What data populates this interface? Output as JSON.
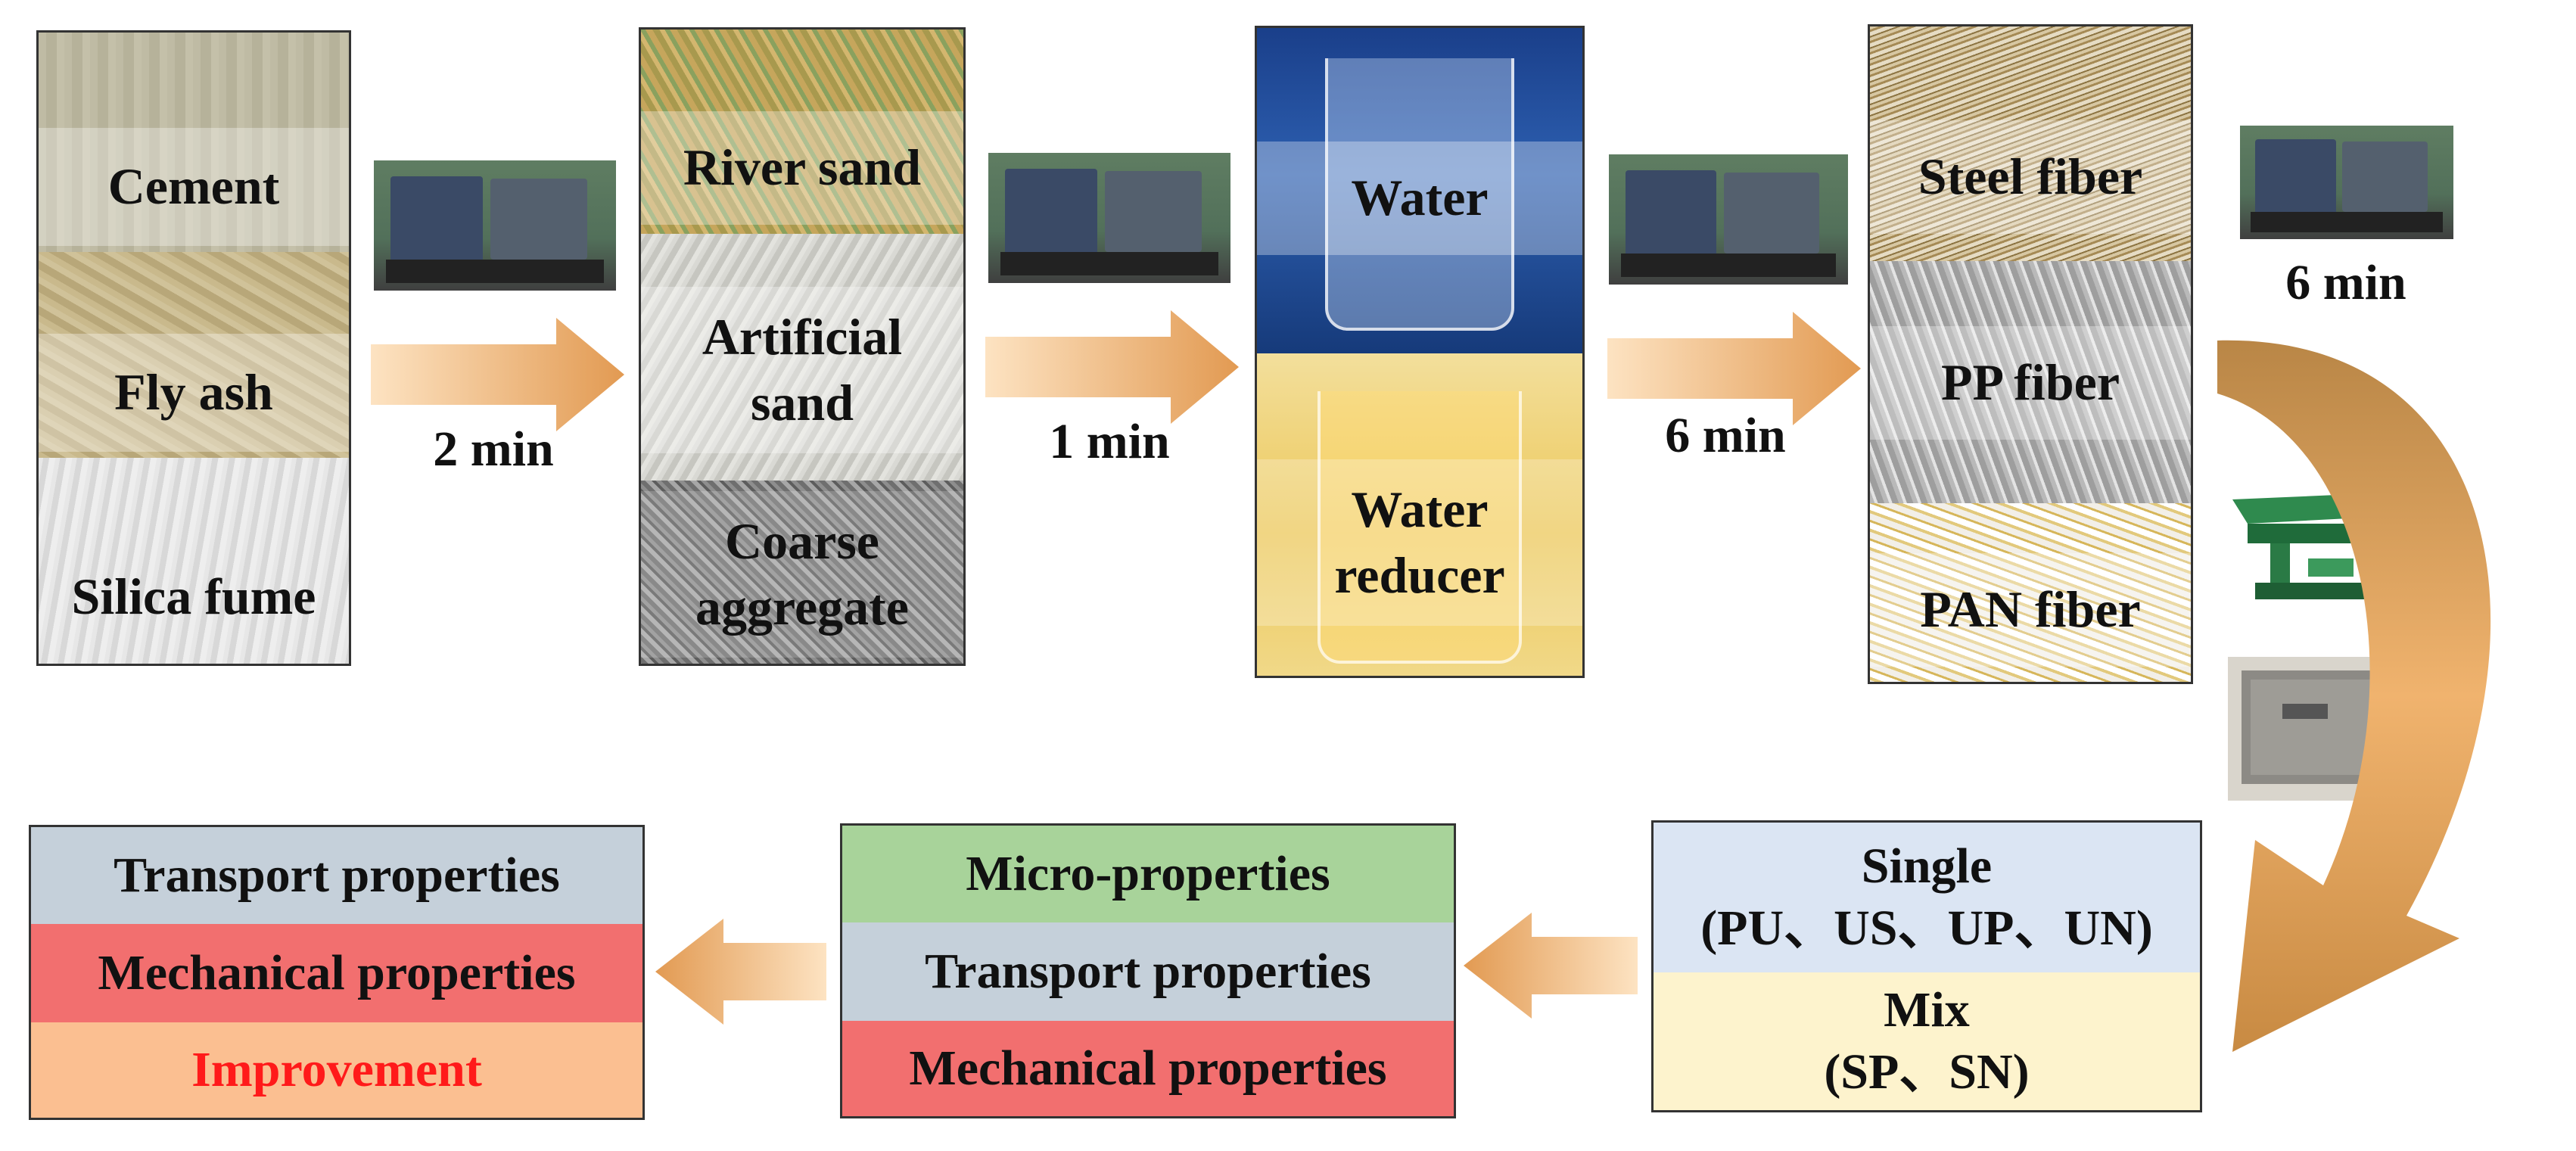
{
  "stage1": {
    "materials": [
      "Cement",
      "Fly ash",
      "Silica fume"
    ],
    "time": "2 min"
  },
  "stage2": {
    "materials": [
      "River sand",
      "Artificial sand",
      "Coarse aggregate"
    ],
    "time": "1 min"
  },
  "stage3": {
    "materials": [
      "Water",
      "Water reducer"
    ],
    "time": "6 min"
  },
  "stage4": {
    "materials": [
      "Steel fiber",
      "PP fiber",
      "PAN fiber"
    ],
    "time": "6 min"
  },
  "groups": {
    "single_title": "Single",
    "single_items": "(PU、US、UP、UN)",
    "mix_title": "Mix",
    "mix_items": "(SP、SN)"
  },
  "tests": [
    "Micro-properties",
    "Transport properties",
    "Mechanical properties"
  ],
  "outcome": [
    "Transport properties",
    "Mechanical properties",
    "Improvement"
  ],
  "colors": {
    "arrow": "#e9a05a",
    "improvement_text": "#ff1a1a",
    "mechanical_bg": "#f26f6f",
    "transport_bg": "#c5d0da",
    "micro_bg": "#a8d39a"
  }
}
